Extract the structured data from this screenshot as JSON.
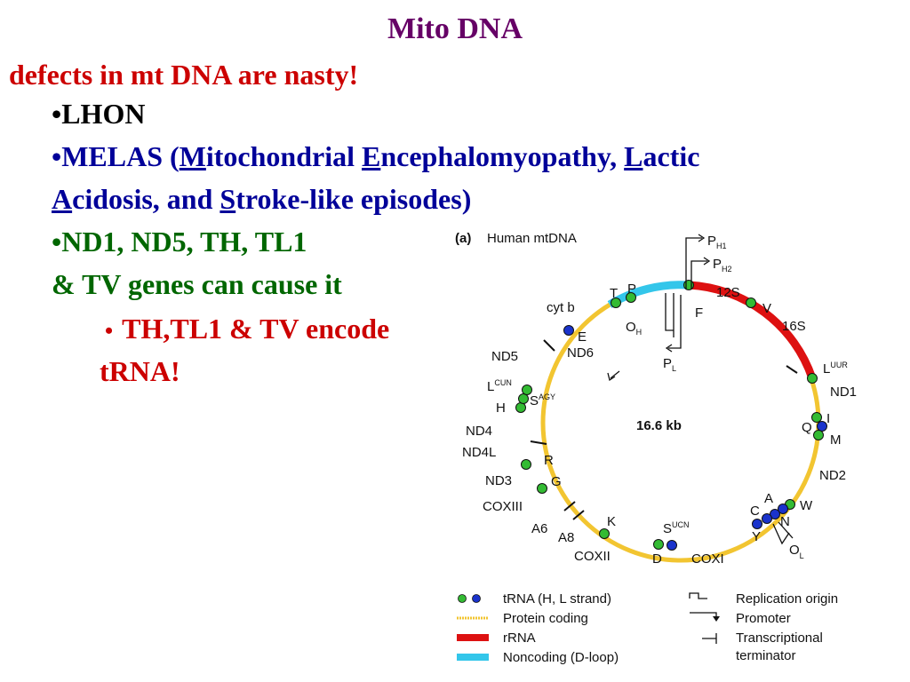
{
  "slide": {
    "title": "Mito DNA",
    "subtitle": "defects in mt DNA are nasty!",
    "bullet_char": "•",
    "lhon": "LHON",
    "melas": {
      "p1": "MELAS (",
      "m": "M",
      "p2": "itochondrial ",
      "e": "E",
      "p3": "ncephalomyopathy, ",
      "l": "L",
      "p4": "actic",
      "a": "A",
      "p5": "cidosis, and ",
      "s": "S",
      "p6": "troke-like episodes)"
    },
    "genes_line1": "ND1, ND5, TH, TL1",
    "genes_line2": "& TV genes can cause it",
    "sub_bullet": "•",
    "sub_line1": "TH,TL1 & TV encode",
    "sub_line2": "tRNA!"
  },
  "figure": {
    "panel": "(a)",
    "caption": "Human mtDNA",
    "size": "16.6 kb",
    "colors": {
      "protein": "#f2c531",
      "rrna": "#dd1111",
      "dloop": "#33c6ea",
      "trna_h": "#33bb33",
      "trna_l": "#1a33cc"
    },
    "labels": {
      "ph1": "P",
      "ph1_sub": "H1",
      "ph2": "P",
      "ph2_sub": "H2",
      "s12": "12S",
      "v": "V",
      "s16": "16S",
      "luur": "L",
      "luur_sup": "UUR",
      "nd1": "ND1",
      "i": "I",
      "q": "Q",
      "m": "M",
      "nd2": "ND2",
      "w": "W",
      "a": "A",
      "c": "C",
      "n": "N",
      "y": "Y",
      "ol": "O",
      "ol_sub": "L",
      "coxi": "COXI",
      "d": "D",
      "sucn": "S",
      "sucn_sup": "UCN",
      "coxii": "COXII",
      "k": "K",
      "a8": "A8",
      "a6": "A6",
      "coxiii": "COXIII",
      "g": "G",
      "nd3": "ND3",
      "r": "R",
      "nd4l": "ND4L",
      "nd4": "ND4",
      "h": "H",
      "lcun": "L",
      "lcun_sup": "CUN",
      "sagy": "S",
      "sagy_sup": "AGY",
      "nd5": "ND5",
      "e": "E",
      "nd6": "ND6",
      "cytb": "cyt b",
      "t": "T",
      "p": "P",
      "f": "F",
      "oh": "O",
      "oh_sub": "H",
      "pl": "P",
      "pl_sub": "L"
    },
    "legend": {
      "trna": "tRNA (H, L strand)",
      "protein": "Protein coding",
      "rrna": "rRNA",
      "noncoding": "Noncoding (D-loop)",
      "replication": "Replication origin",
      "promoter": "Promoter",
      "terminator_1": "Transcriptional",
      "terminator_2": "terminator"
    }
  }
}
